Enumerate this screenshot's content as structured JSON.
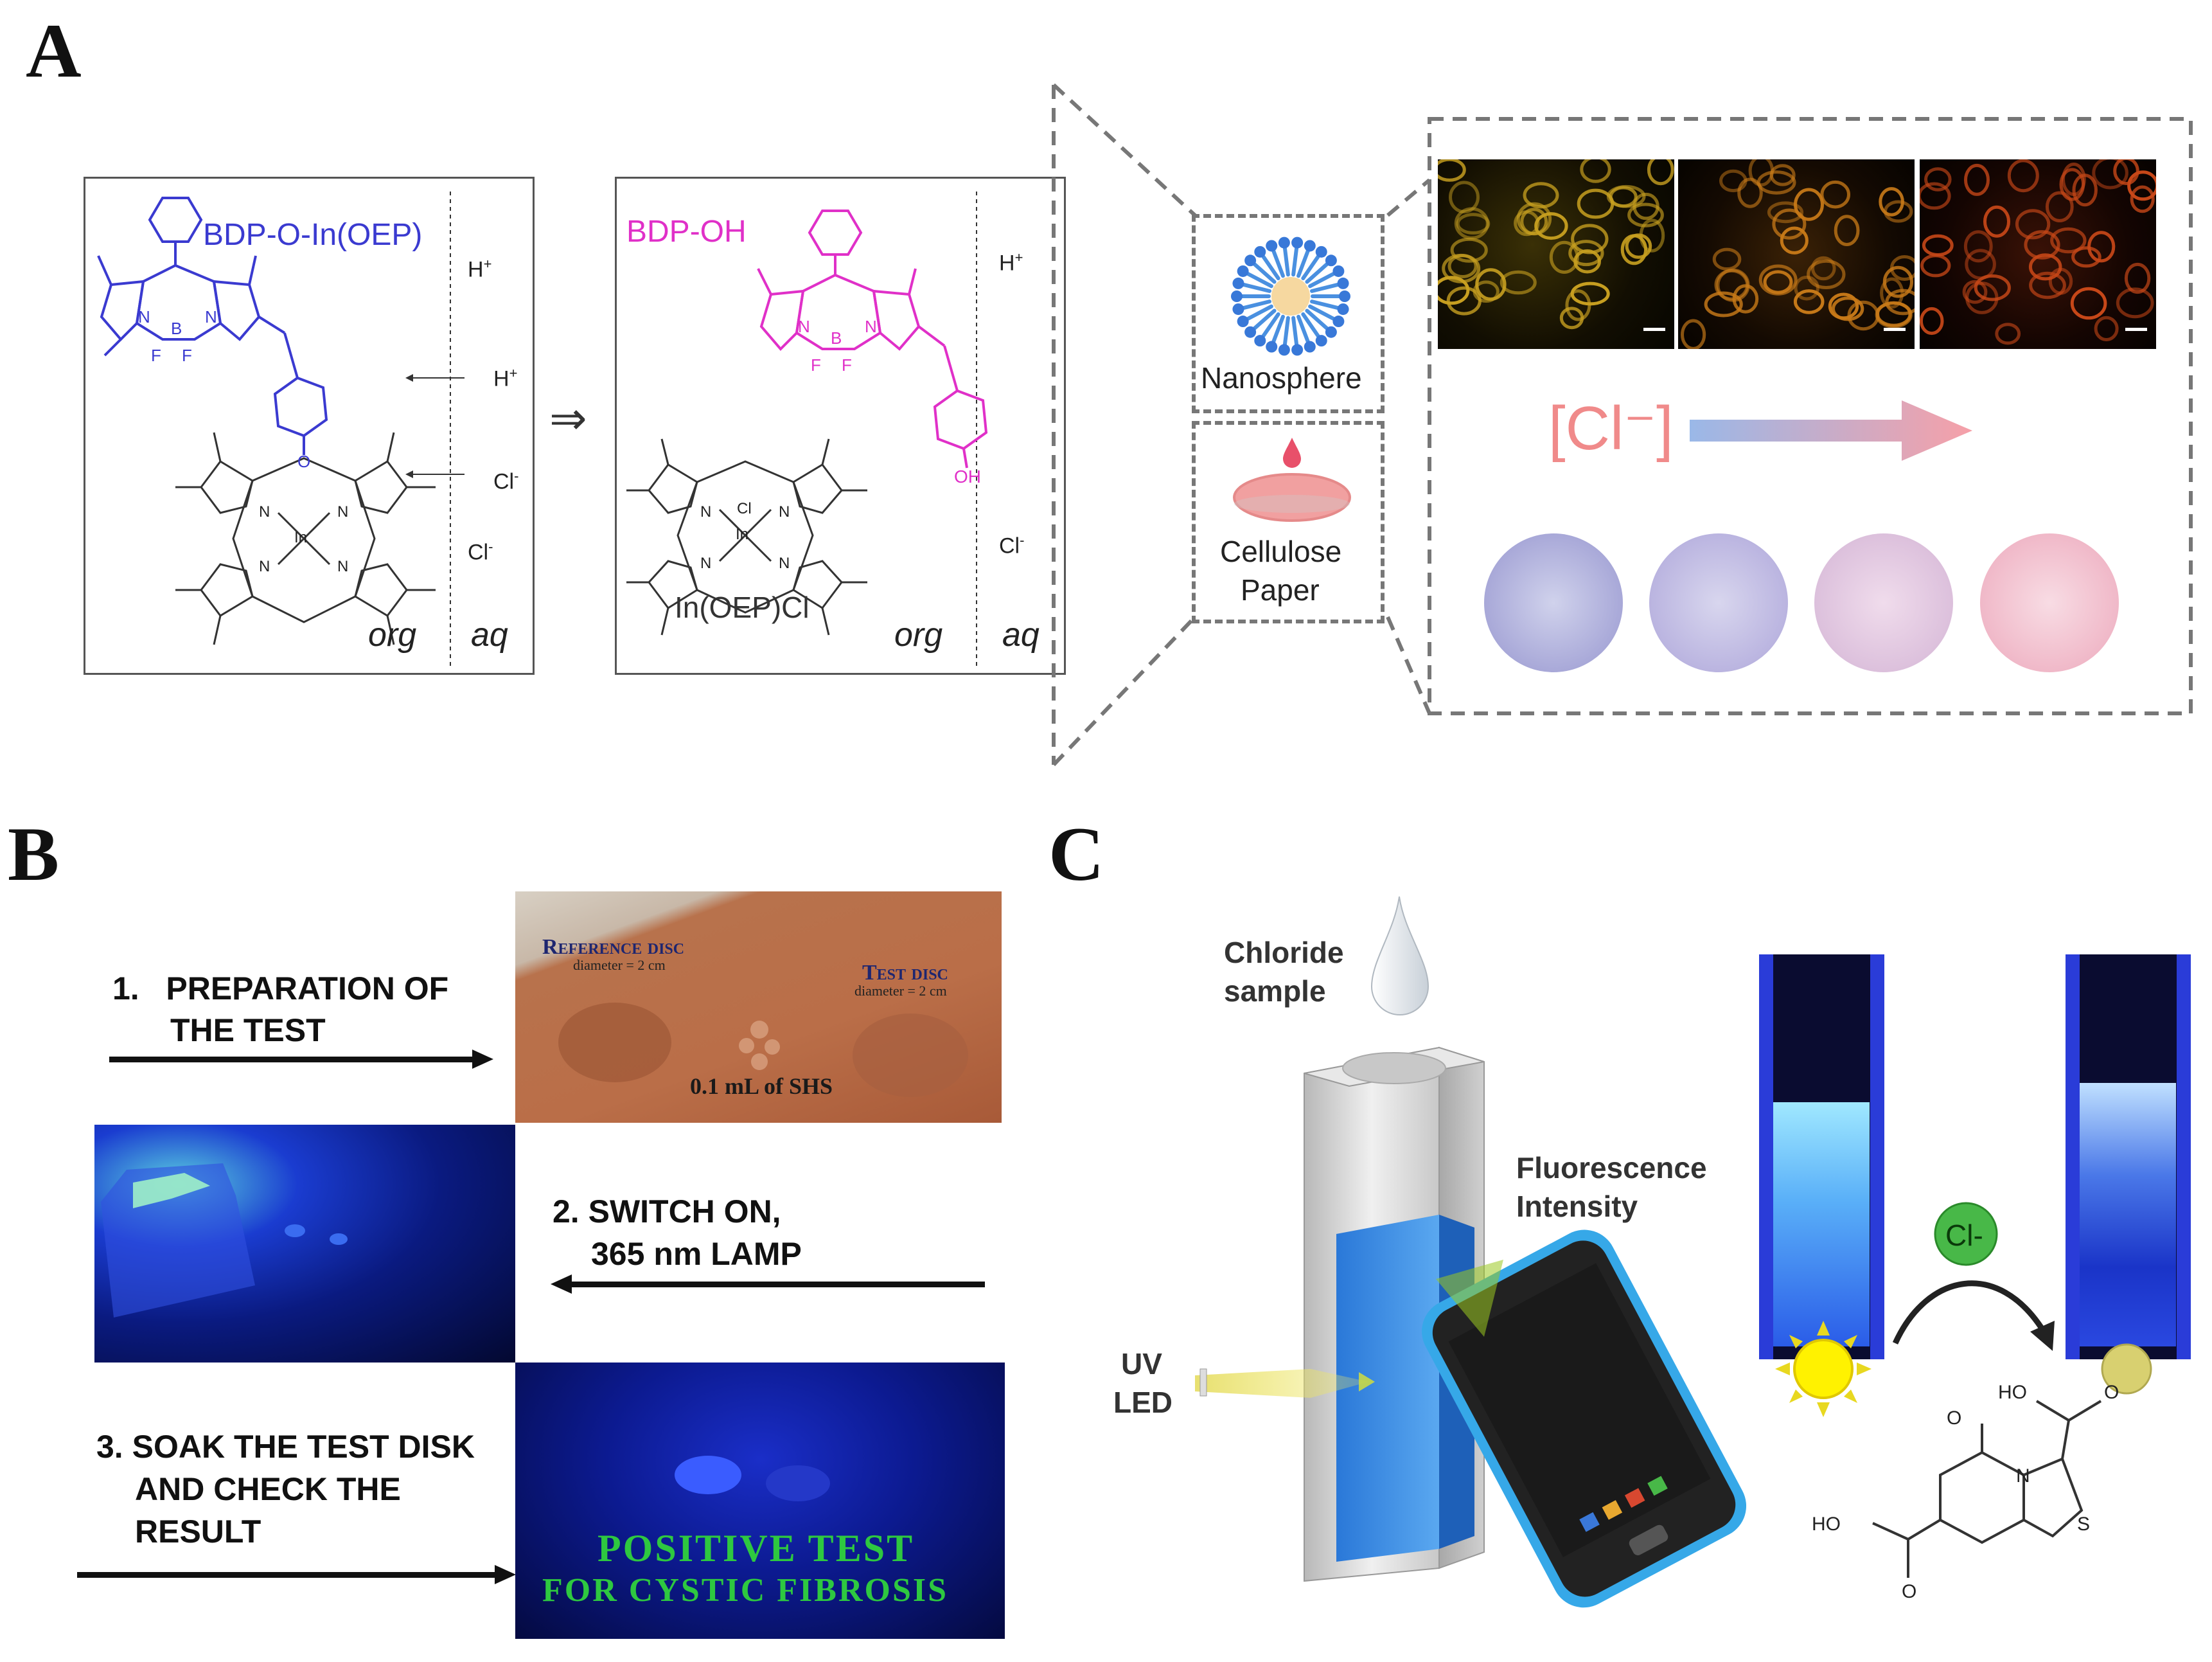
{
  "panels": {
    "a": "A",
    "b": "B",
    "c": "C"
  },
  "panel_a": {
    "box1": {
      "compound": "BDP-O-In(OEP)",
      "h_plus": "H",
      "h_plus_arrow": "H",
      "cl_arrow": "Cl",
      "cl": "Cl",
      "org": "org",
      "aq": "aq",
      "atoms": {
        "n1": "N",
        "b": "B",
        "n2": "N",
        "f1": "F",
        "f2": "F",
        "o": "O",
        "n3": "N",
        "n4": "N",
        "in": "In",
        "n5": "N",
        "n6": "N"
      }
    },
    "reaction_arrow": "⇒",
    "box2": {
      "compound": "BDP-OH",
      "h_plus": "H",
      "cl": "Cl",
      "org": "org",
      "aq": "aq",
      "product": "In(OEP)Cl",
      "atoms": {
        "n1": "N",
        "b": "B",
        "n2": "N",
        "f1": "F",
        "f2": "F",
        "oh": "OH",
        "cl_axial": "Cl",
        "n3": "N",
        "n4": "N",
        "in": "In",
        "n5": "N",
        "n6": "N"
      }
    },
    "nanosphere": "Nanosphere",
    "paper_line1": "Cellulose",
    "paper_line2": "Paper",
    "cl_label": "[Cl⁻]",
    "colors": {
      "blue_text": "#3a3ad0",
      "pink_text": "#e030c8"
    }
  },
  "panel_b": {
    "step1_line1": "1.   PREPARATION OF",
    "step1_line2": "THE TEST",
    "step2_line1": "2. SWITCH ON,",
    "step2_line2": "365 nm LAMP",
    "step3_line1": "3. SOAK THE TEST DISK",
    "step3_line2": "AND CHECK THE",
    "step3_line3": "RESULT",
    "photo1": {
      "ref_title": "Reference disc",
      "ref_sub": "diameter = 2 cm",
      "test_title": "Test disc",
      "test_sub": "diameter = 2 cm",
      "sample": "0.1 mL of SHS"
    },
    "photo3": {
      "line1": "POSITIVE TEST",
      "line2": "FOR CYSTIC FIBROSIS"
    }
  },
  "panel_c": {
    "chloride_line1": "Chloride",
    "chloride_line2": "sample",
    "fluor_line1": "Fluorescence",
    "fluor_line2": "Intensity",
    "uv_line1": "UV",
    "uv_line2": "LED",
    "cl_badge": "Cl-",
    "molecule": {
      "ho_top": "HO",
      "o_top": "O",
      "o_ring": "O",
      "n": "N",
      "s": "S",
      "ho_left": "HO",
      "o_bottom": "O"
    }
  }
}
